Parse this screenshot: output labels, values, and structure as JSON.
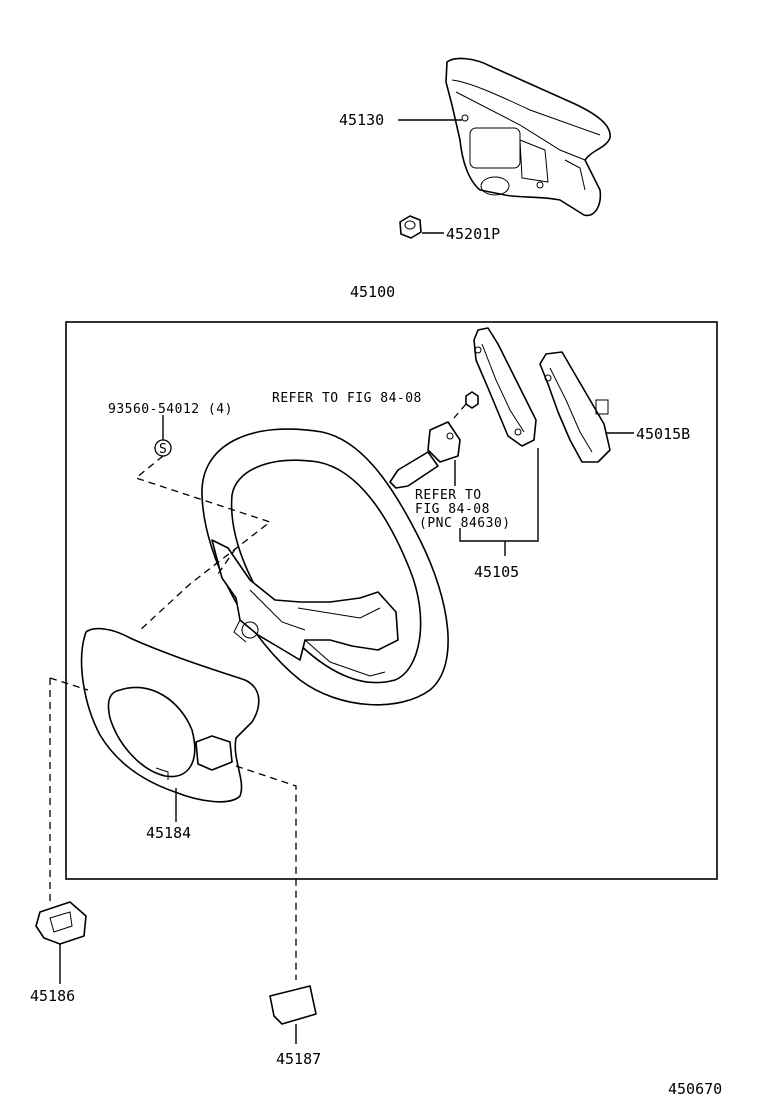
{
  "labels": {
    "airbag": "45130",
    "nut": "45201P",
    "assembly": "45100",
    "screw": "93560-54012 (4)",
    "screw_symbol": "S",
    "refer_top": "REFER TO FIG 84-08",
    "refer_mid_1": "REFER TO",
    "refer_mid_2": "FIG 84-08",
    "refer_mid_3": "(PNC 84630)",
    "switch_b": "45015B",
    "switch_group": "45105",
    "cover_lower": "45184",
    "cover_left": "45186",
    "cover_right": "45187",
    "figure_id": "450670"
  }
}
